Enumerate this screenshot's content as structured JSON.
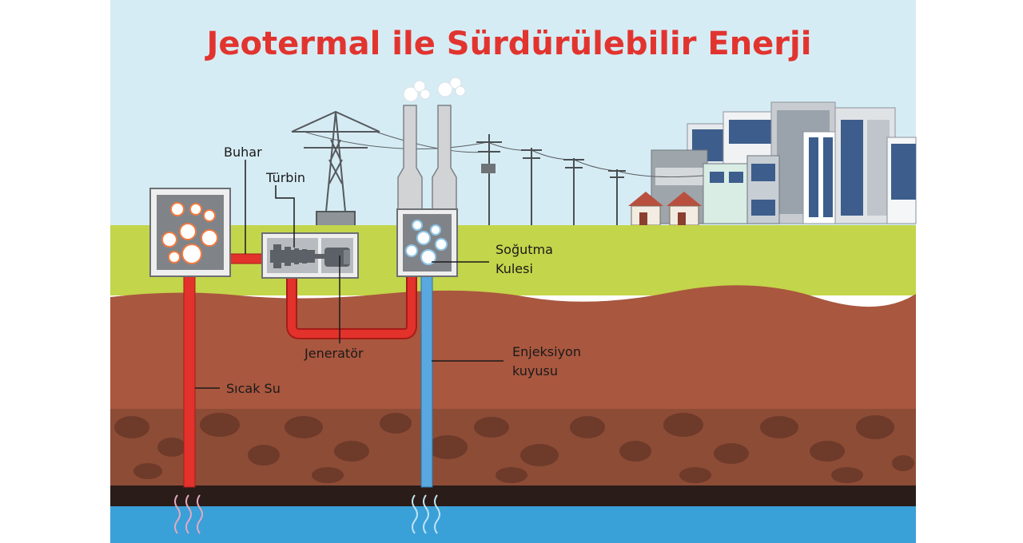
{
  "title": "Jeotermal ile Sürdürülebilir Enerji",
  "labels": {
    "steam": "Buhar",
    "turbine": "Türbin",
    "generator": "Jeneratör",
    "hot_water": "Sıcak Su",
    "cooling_tower_line1": "Soğutma",
    "cooling_tower_line2": "Kulesi",
    "injection_well_line1": "Enjeksiyon",
    "injection_well_line2": "kuyusu"
  },
  "colors": {
    "sky": "#d6ecf4",
    "grass": "#c3d54a",
    "topsoil": "#a9573f",
    "rock_layer": "#8d4c36",
    "bedrock": "#2a1c19",
    "water": "#3aa0d8",
    "hot_pipe": "#e3312b",
    "cold_pipe": "#5aa8e0",
    "title": "#e2342f"
  },
  "icons": [
    "steam-cloud-icon",
    "turbine-icon",
    "generator-icon",
    "pylon-icon",
    "utility-pole-icon",
    "house-icon",
    "building-icon"
  ]
}
